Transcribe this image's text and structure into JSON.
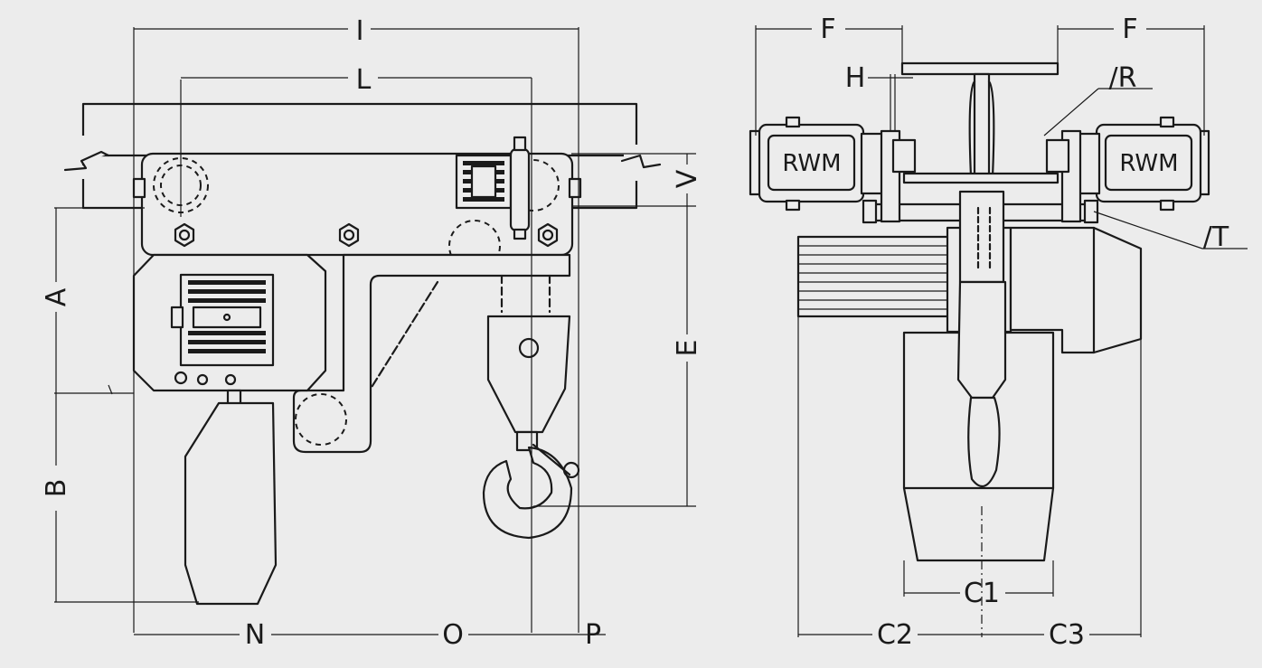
{
  "dimension_labels": {
    "I": "I",
    "L": "L",
    "A": "A",
    "B": "B",
    "E": "E",
    "V": "V",
    "N": "N",
    "O": "O",
    "P": "P",
    "F_left": "F",
    "F_right": "F",
    "H": "H",
    "R": "/R",
    "T": "/T",
    "C1": "C1",
    "C2": "C2",
    "C3": "C3"
  },
  "trolley_labels": {
    "left": "RWM",
    "right": "RWM"
  },
  "colors": {
    "background": "#ececec",
    "line": "#1a1a1a"
  }
}
